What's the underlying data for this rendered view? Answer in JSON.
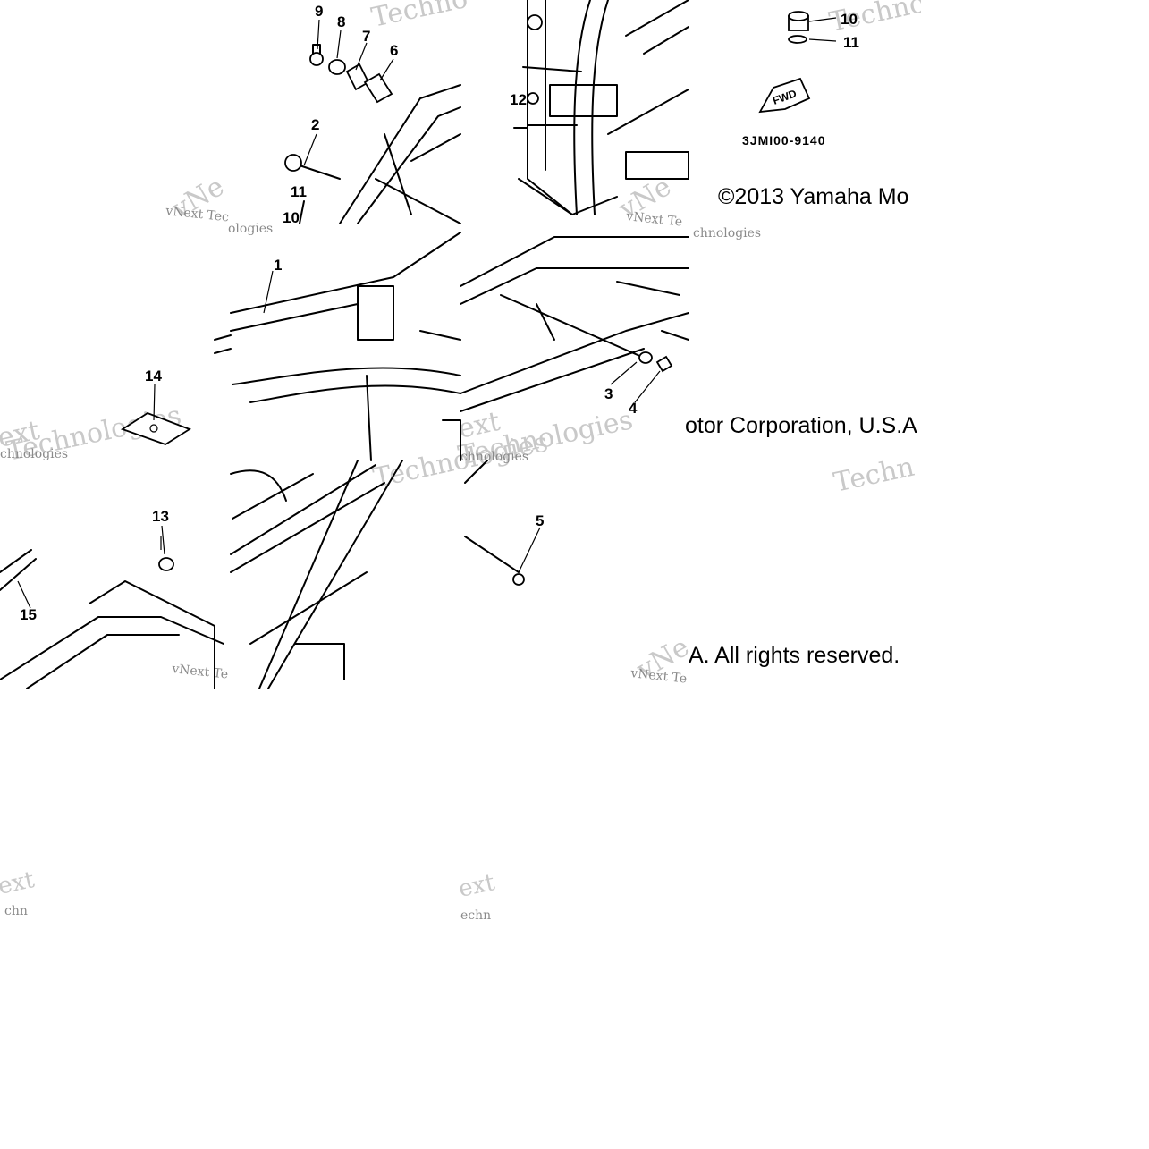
{
  "diagram": {
    "callouts": [
      {
        "id": "c1",
        "label": "1"
      },
      {
        "id": "c2",
        "label": "2"
      },
      {
        "id": "c3",
        "label": "3"
      },
      {
        "id": "c4",
        "label": "4"
      },
      {
        "id": "c5",
        "label": "5"
      },
      {
        "id": "c6",
        "label": "6"
      },
      {
        "id": "c7",
        "label": "7"
      },
      {
        "id": "c8",
        "label": "8"
      },
      {
        "id": "c9",
        "label": "9"
      },
      {
        "id": "c10a",
        "label": "10"
      },
      {
        "id": "c10b",
        "label": "10"
      },
      {
        "id": "c11a",
        "label": "11"
      },
      {
        "id": "c11b",
        "label": "11"
      },
      {
        "id": "c12",
        "label": "12"
      },
      {
        "id": "c13",
        "label": "13"
      },
      {
        "id": "c14",
        "label": "14"
      },
      {
        "id": "c15",
        "label": "15"
      }
    ],
    "direction_arrow": "FWD",
    "figure_code": "3JMI00-9140",
    "copyright_fragments": {
      "part1": "©2013 Yamaha Mo",
      "part2": "otor Corporation, U.S.A",
      "part3": "A. All rights reserved."
    },
    "watermarks": {
      "brand_a": "vNext Tec",
      "brand_b": "Techno",
      "brand_c": "chnologies",
      "brand_d": "ext",
      "brand_e": "Technologies",
      "brand_f": "ologies",
      "brand_g": "vNext Te",
      "brand_h": "chnologies",
      "brand_i": "vNext Te",
      "brand_j": "Techn",
      "brand_k": "vNe",
      "brand_l": "ext",
      "brand_m": "echn",
      "brand_n": "chn"
    }
  }
}
